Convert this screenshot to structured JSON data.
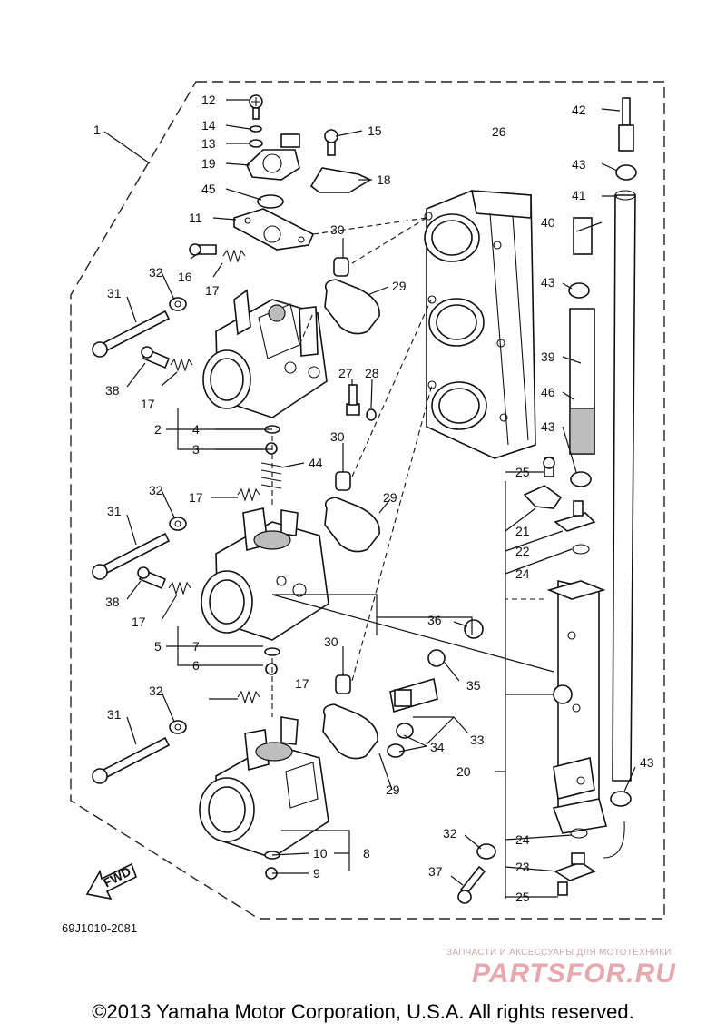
{
  "diagram": {
    "code": "69J1010-2081",
    "fwd_label": "FWD",
    "callouts": {
      "c1": "1",
      "c2": "2",
      "c3": "3",
      "c4": "4",
      "c5": "5",
      "c6": "6",
      "c7": "7",
      "c8": "8",
      "c9": "9",
      "c10": "10",
      "c11": "11",
      "c12": "12",
      "c13": "13",
      "c14": "14",
      "c15": "15",
      "c16": "16",
      "c17a": "17",
      "c17b": "17",
      "c17c": "17",
      "c17d": "17",
      "c17e": "17",
      "c18": "18",
      "c19": "19",
      "c20": "20",
      "c21": "21",
      "c22": "22",
      "c23": "23",
      "c24a": "24",
      "c24b": "24",
      "c25a": "25",
      "c25b": "25",
      "c26": "26",
      "c27": "27",
      "c28": "28",
      "c29a": "29",
      "c29b": "29",
      "c29c": "29",
      "c30a": "30",
      "c30b": "30",
      "c30c": "30",
      "c31a": "31",
      "c31b": "31",
      "c31c": "31",
      "c32a": "32",
      "c32b": "32",
      "c32c": "32",
      "c32d": "32",
      "c33": "33",
      "c34": "34",
      "c35": "35",
      "c36": "36",
      "c37": "37",
      "c38a": "38",
      "c38b": "38",
      "c39": "39",
      "c40": "40",
      "c41": "41",
      "c42": "42",
      "c43a": "43",
      "c43b": "43",
      "c43c": "43",
      "c43d": "43",
      "c44": "44",
      "c45": "45",
      "c46": "46"
    }
  },
  "watermark": {
    "line": "ЗАПЧАСТИ И АКСЕССУАРЫ ДЛЯ МОТОТЕХНИКИ",
    "logo": "PARTSFOR.RU"
  },
  "footer": {
    "copyright": "©2013 Yamaha Motor Corporation, U.S.A. All rights reserved."
  }
}
